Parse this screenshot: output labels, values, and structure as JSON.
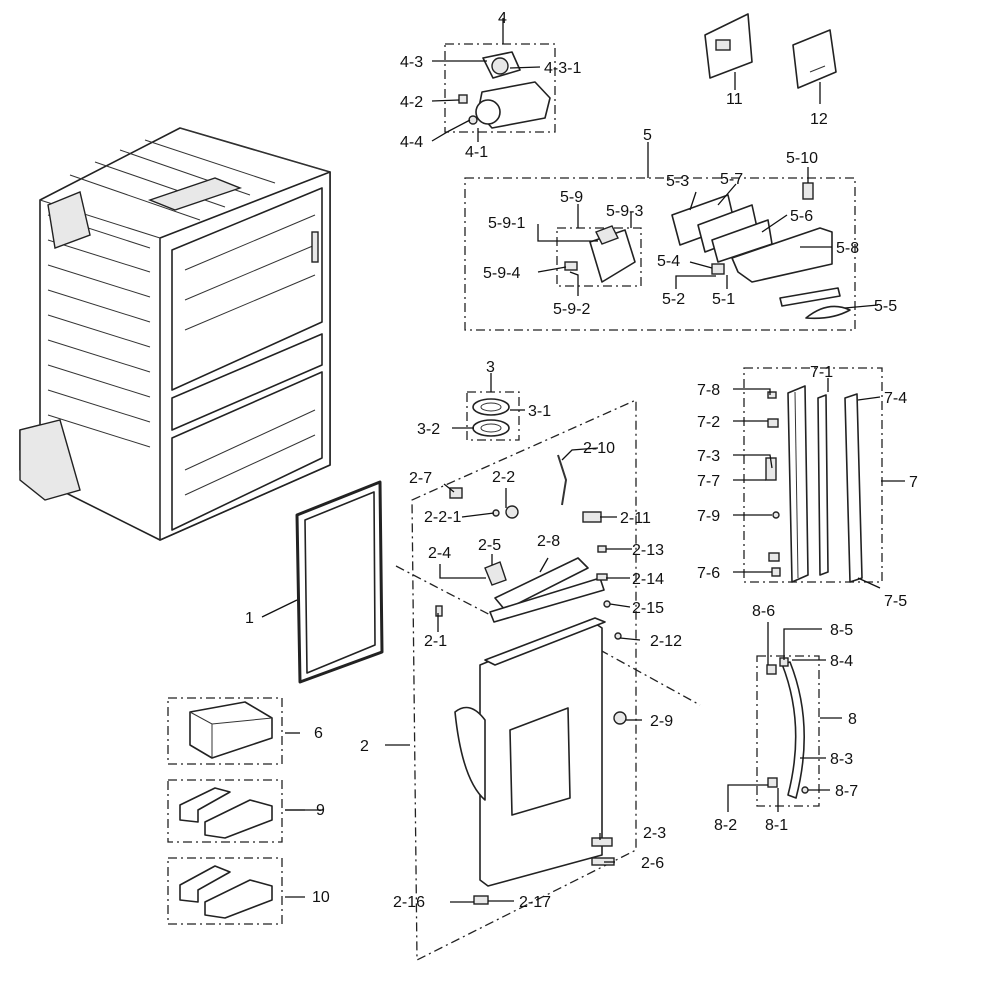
{
  "labels": [
    {
      "id": "1",
      "text": "1"
    },
    {
      "id": "2",
      "text": "2"
    },
    {
      "id": "2-1",
      "text": "2-1"
    },
    {
      "id": "2-2",
      "text": "2-2"
    },
    {
      "id": "2-2-1",
      "text": "2-2-1"
    },
    {
      "id": "2-3",
      "text": "2-3"
    },
    {
      "id": "2-4",
      "text": "2-4"
    },
    {
      "id": "2-5",
      "text": "2-5"
    },
    {
      "id": "2-6",
      "text": "2-6"
    },
    {
      "id": "2-7",
      "text": "2-7"
    },
    {
      "id": "2-8",
      "text": "2-8"
    },
    {
      "id": "2-9",
      "text": "2-9"
    },
    {
      "id": "2-10",
      "text": "2-10"
    },
    {
      "id": "2-11",
      "text": "2-11"
    },
    {
      "id": "2-12",
      "text": "2-12"
    },
    {
      "id": "2-13",
      "text": "2-13"
    },
    {
      "id": "2-14",
      "text": "2-14"
    },
    {
      "id": "2-15",
      "text": "2-15"
    },
    {
      "id": "2-16",
      "text": "2-16"
    },
    {
      "id": "2-17",
      "text": "2-17"
    },
    {
      "id": "3",
      "text": "3"
    },
    {
      "id": "3-1",
      "text": "3-1"
    },
    {
      "id": "3-2",
      "text": "3-2"
    },
    {
      "id": "4",
      "text": "4"
    },
    {
      "id": "4-1",
      "text": "4-1"
    },
    {
      "id": "4-2",
      "text": "4-2"
    },
    {
      "id": "4-3",
      "text": "4-3"
    },
    {
      "id": "4-3-1",
      "text": "4-3-1"
    },
    {
      "id": "4-4",
      "text": "4-4"
    },
    {
      "id": "5",
      "text": "5"
    },
    {
      "id": "5-1",
      "text": "5-1"
    },
    {
      "id": "5-2",
      "text": "5-2"
    },
    {
      "id": "5-3",
      "text": "5-3"
    },
    {
      "id": "5-4",
      "text": "5-4"
    },
    {
      "id": "5-5",
      "text": "5-5"
    },
    {
      "id": "5-6",
      "text": "5-6"
    },
    {
      "id": "5-7",
      "text": "5-7"
    },
    {
      "id": "5-8",
      "text": "5-8"
    },
    {
      "id": "5-9",
      "text": "5-9"
    },
    {
      "id": "5-9-1",
      "text": "5-9-1"
    },
    {
      "id": "5-9-2",
      "text": "5-9-2"
    },
    {
      "id": "5-9-3",
      "text": "5-9-3"
    },
    {
      "id": "5-9-4",
      "text": "5-9-4"
    },
    {
      "id": "5-10",
      "text": "5-10"
    },
    {
      "id": "6",
      "text": "6"
    },
    {
      "id": "7",
      "text": "7"
    },
    {
      "id": "7-1",
      "text": "7-1"
    },
    {
      "id": "7-2",
      "text": "7-2"
    },
    {
      "id": "7-3",
      "text": "7-3"
    },
    {
      "id": "7-4",
      "text": "7-4"
    },
    {
      "id": "7-5",
      "text": "7-5"
    },
    {
      "id": "7-6",
      "text": "7-6"
    },
    {
      "id": "7-7",
      "text": "7-7"
    },
    {
      "id": "7-8",
      "text": "7-8"
    },
    {
      "id": "7-9",
      "text": "7-9"
    },
    {
      "id": "8",
      "text": "8"
    },
    {
      "id": "8-1",
      "text": "8-1"
    },
    {
      "id": "8-2",
      "text": "8-2"
    },
    {
      "id": "8-3",
      "text": "8-3"
    },
    {
      "id": "8-4",
      "text": "8-4"
    },
    {
      "id": "8-5",
      "text": "8-5"
    },
    {
      "id": "8-6",
      "text": "8-6"
    },
    {
      "id": "8-7",
      "text": "8-7"
    },
    {
      "id": "9",
      "text": "9"
    },
    {
      "id": "10",
      "text": "10"
    },
    {
      "id": "11",
      "text": "11"
    },
    {
      "id": "12",
      "text": "12"
    }
  ]
}
